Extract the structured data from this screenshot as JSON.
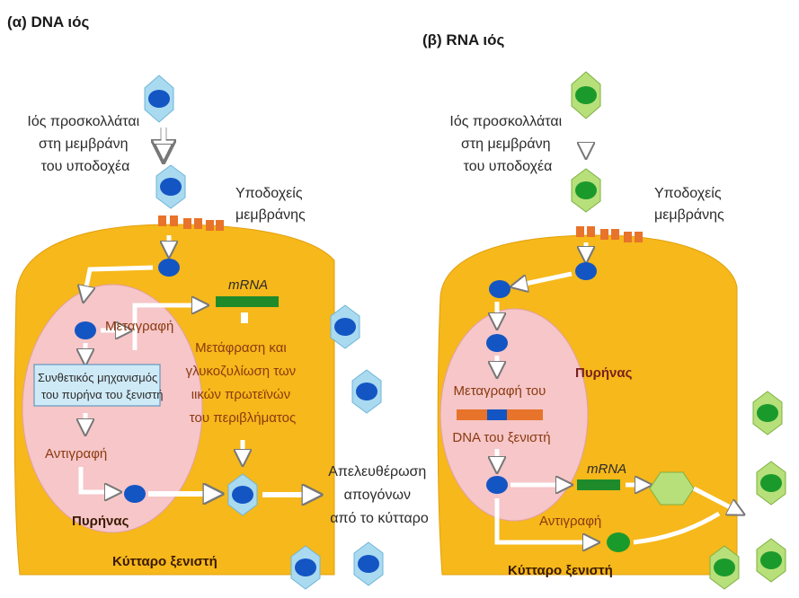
{
  "panel_a": {
    "title": "(α)  DNA ιός",
    "attach": [
      "Ιός προσκολλάται",
      "στη μεμβράνη",
      "του υποδοχέα"
    ],
    "receptors": [
      "Υποδοχείς",
      "μεμβράνης"
    ],
    "mrna": "mRNA",
    "transcription": "Μεταγραφή",
    "synthesis_box": [
      "Συνθετικός μηχανισμός",
      "του πυρήνα του ξενιστή"
    ],
    "translation": [
      "Μετάφραση και",
      "γλυκοζυλίωση των",
      "ιικών πρωτεϊνών",
      "του περιβλήματος"
    ],
    "replication": "Αντιγραφή",
    "nucleus": "Πυρήνας",
    "release": [
      "Απελευθέρωση",
      "απογόνων",
      "από το κύτταρο"
    ],
    "host_cell": "Κύτταρο ξενιστή"
  },
  "panel_b": {
    "title": "(β)  RNA ιός",
    "attach": [
      "Ιός προσκολλάται",
      "στη μεμβράνη",
      "του υποδοχέα"
    ],
    "receptors": [
      "Υποδοχείς",
      "μεμβράνης"
    ],
    "nucleus": "Πυρήνας",
    "transcription": [
      "Μεταγραφή του",
      "DNA του ξενιστή"
    ],
    "mrna": "mRNA",
    "replication": "Αντιγραφή",
    "host_cell": "Κύτταρο ξενιστή"
  },
  "colors": {
    "cell": "#f6b81a",
    "nucleus": "#f6c6c8",
    "dna_core": "#1455c4",
    "dna_capsid": "#a9daf0",
    "rna_core": "#1b9a2c",
    "rna_capsid": "#b7e07a",
    "mrna": "#1f8a2a",
    "receptor": "#e8732a",
    "arrow": "#ffffff"
  }
}
